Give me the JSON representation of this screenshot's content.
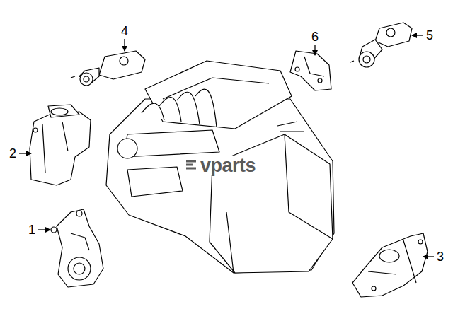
{
  "diagram": {
    "labels": [
      "4",
      "6",
      "5",
      "2",
      "1",
      "3",
      "vparts"
    ]
  }
}
